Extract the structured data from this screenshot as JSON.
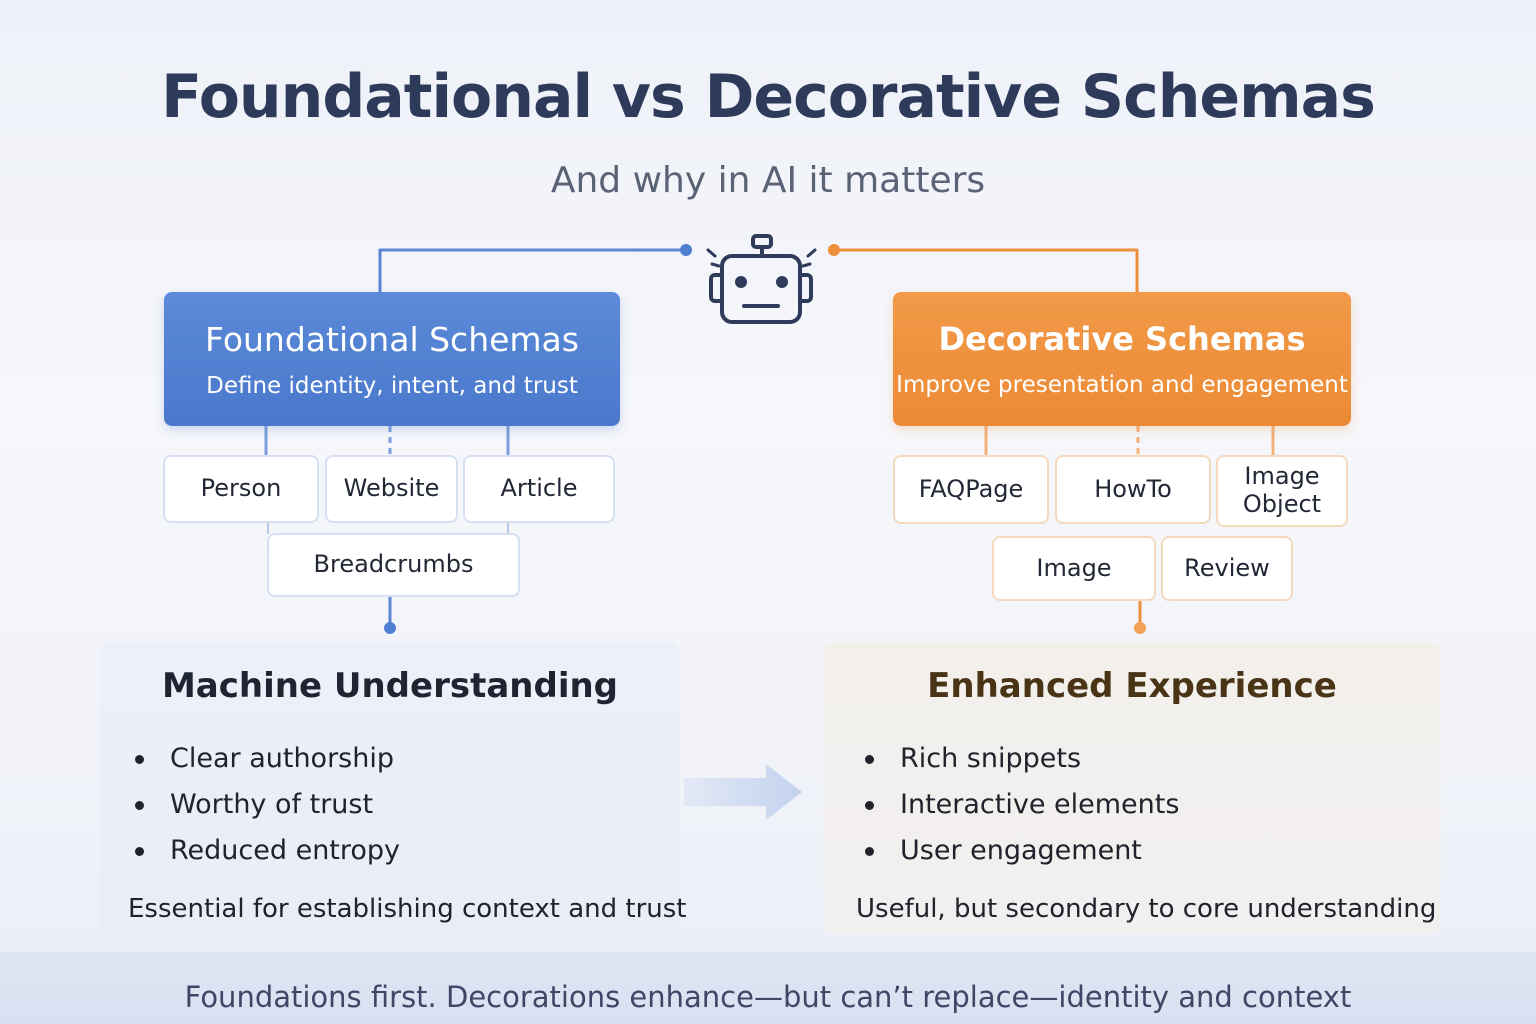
{
  "header": {
    "title": "Foundational vs Decorative Schemas",
    "subtitle": "And why in AI it matters"
  },
  "icons": {
    "center": "robot-icon",
    "arrow": "right-arrow-icon"
  },
  "colors": {
    "foundational": "#4f7fd0",
    "decorative": "#ee8f3c",
    "title_text": "#2e3a5a"
  },
  "foundational": {
    "title": "Foundational Schemas",
    "subtitle": "Define identity, intent, and trust",
    "chips": [
      "Person",
      "Website",
      "Article",
      "Breadcrumbs"
    ],
    "panel": {
      "title": "Machine Understanding",
      "bullets": [
        "Clear authorship",
        "Worthy of trust",
        "Reduced entropy"
      ],
      "note": "Essential for establishing context and trust"
    }
  },
  "decorative": {
    "title": "Decorative Schemas",
    "subtitle": "Improve presentation and engagement",
    "chips": [
      "FAQPage",
      "HowTo",
      "Image\nObject",
      "Image",
      "Review"
    ],
    "panel": {
      "title": "Enhanced Experience",
      "bullets": [
        "Rich snippets",
        "Interactive elements",
        "User engagement"
      ],
      "note": "Useful, but secondary to core understanding"
    }
  },
  "footer": {
    "text": "Foundations first. Decorations enhance—but can’t replace—identity and context"
  }
}
